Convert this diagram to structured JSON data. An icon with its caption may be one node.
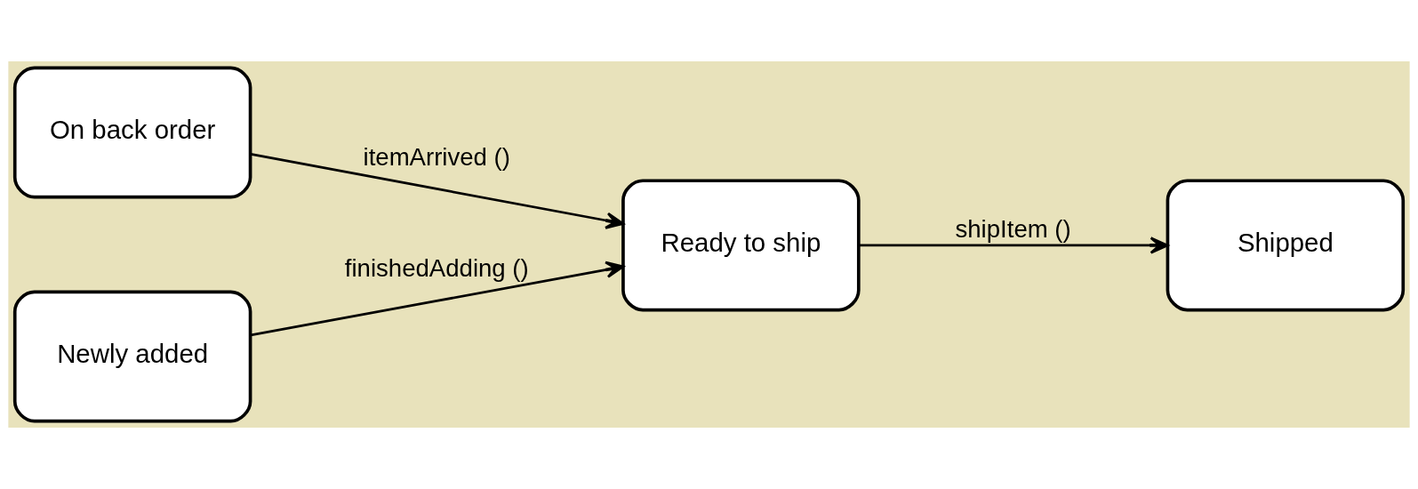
{
  "diagram": {
    "nodes": [
      {
        "text": [
          "On back order"
        ]
      },
      {
        "text": [
          "Newly added"
        ]
      },
      {
        "text": [
          "Ready to ship"
        ]
      },
      {
        "text": [
          "Shipped"
        ]
      }
    ],
    "edges": [
      {
        "from": 0,
        "to": 2,
        "arrow": "to",
        "label": "itemArrived ()"
      },
      {
        "from": 1,
        "to": 2,
        "arrow": "to",
        "label": "finishedAdding ()"
      },
      {
        "from": 2,
        "to": 3,
        "arrow": "to",
        "label": "shipItem ()"
      }
    ]
  }
}
